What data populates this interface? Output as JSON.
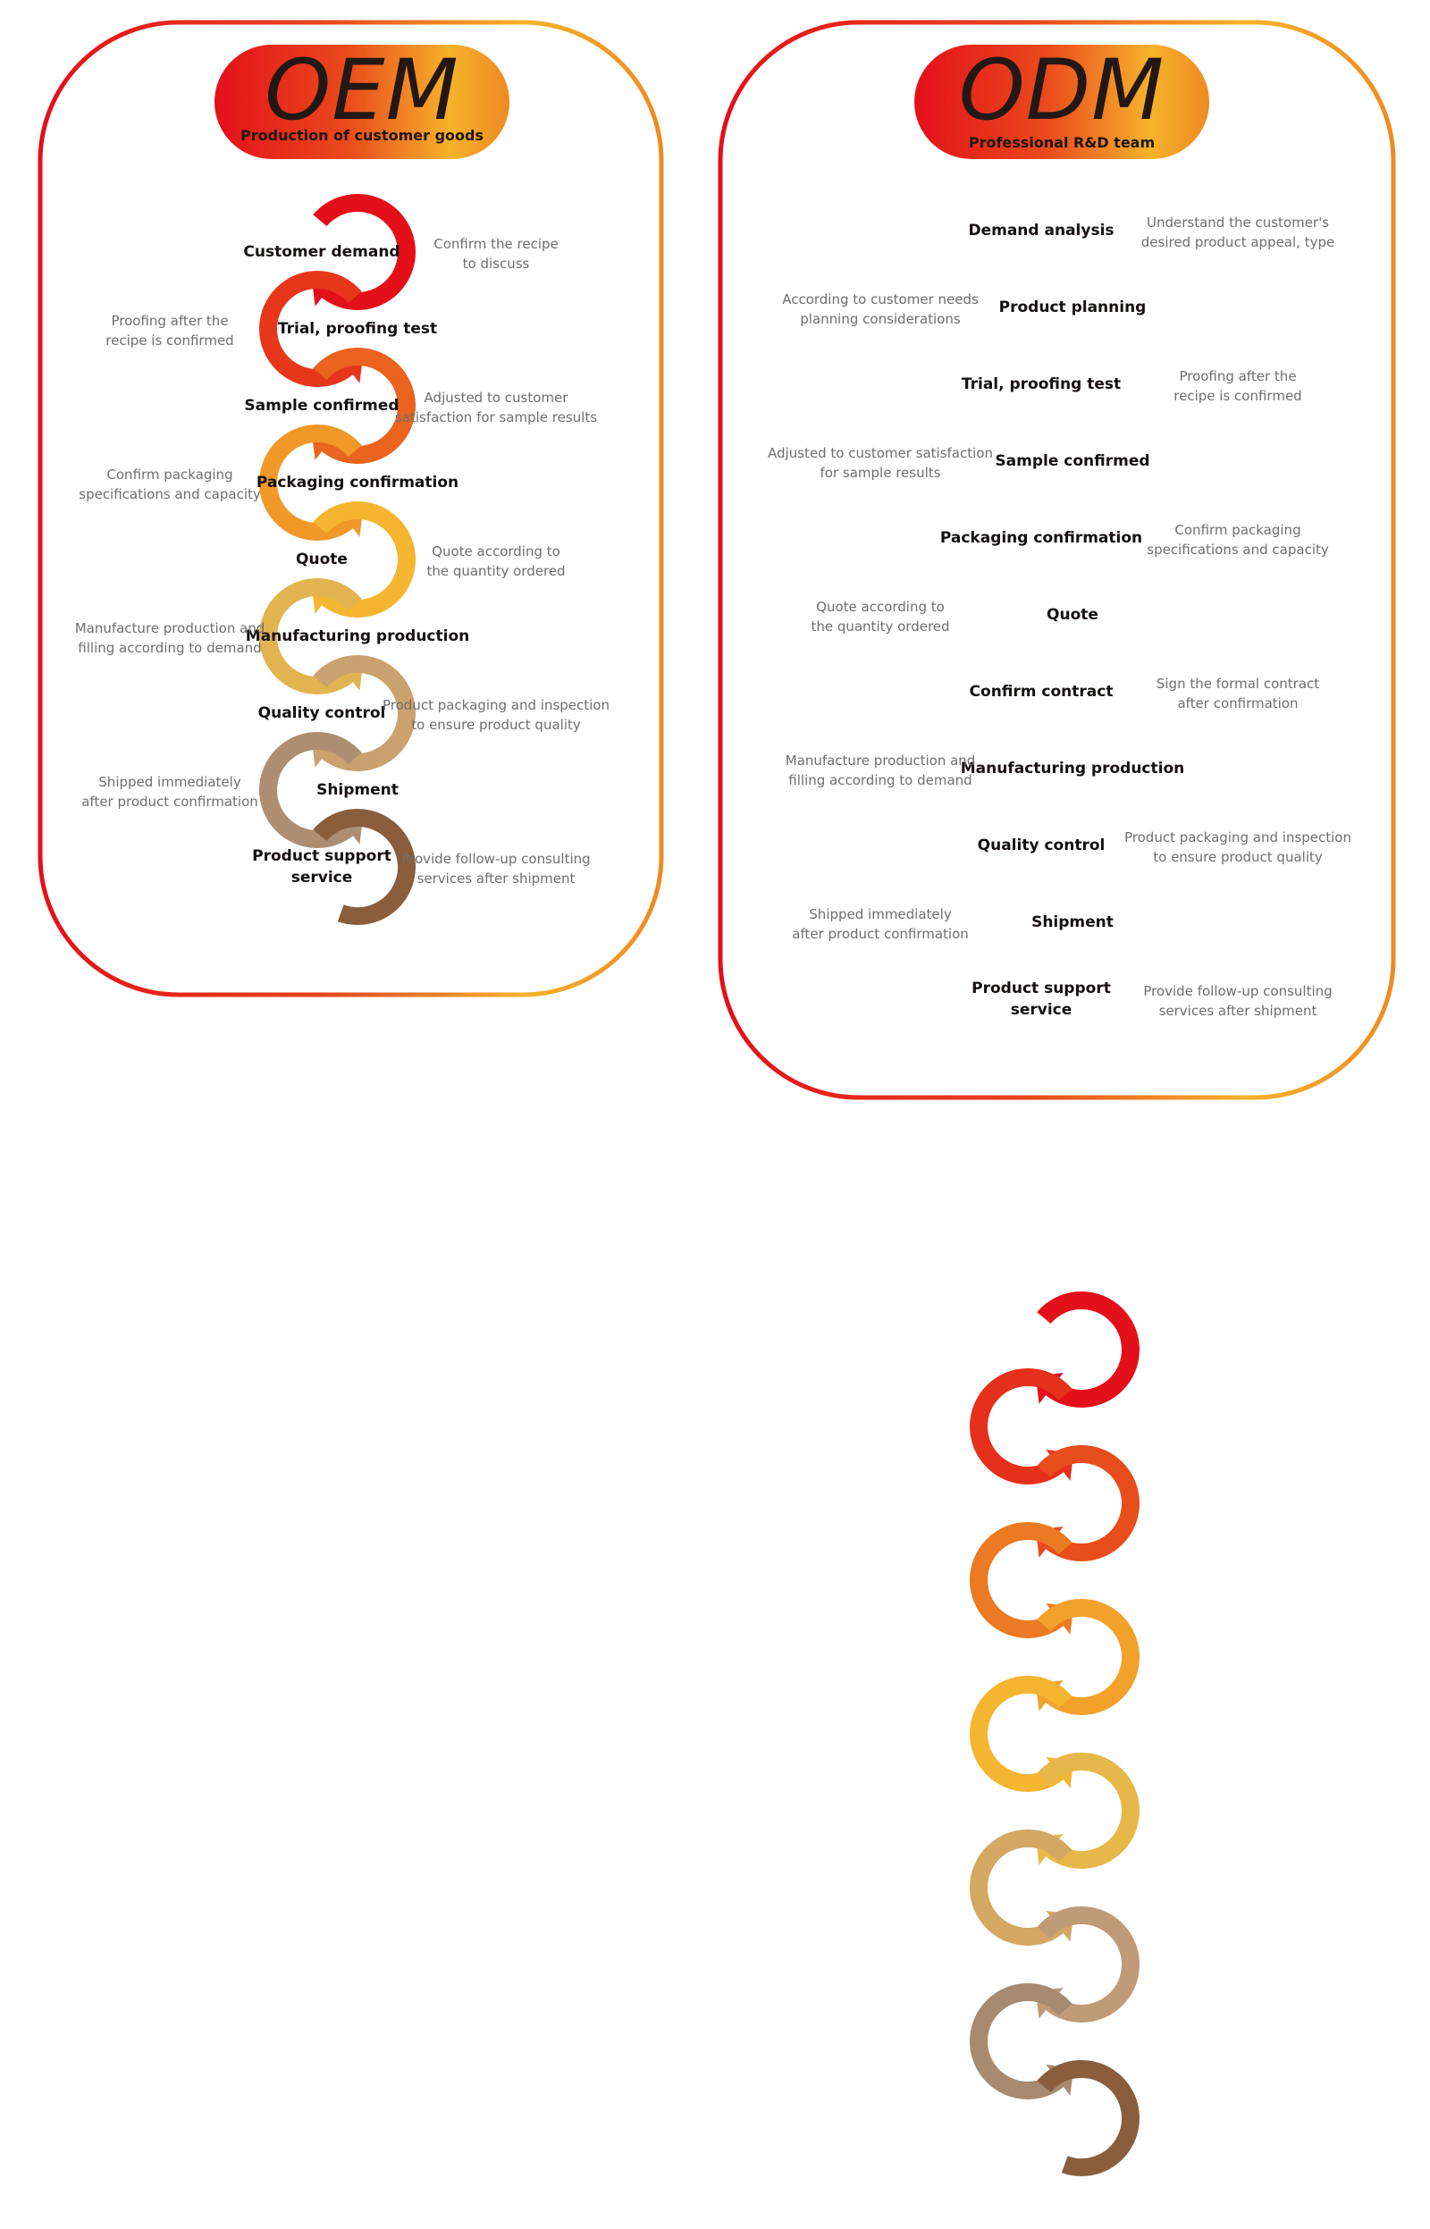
{
  "colors": {
    "red": "#e3101a",
    "orange": "#ee8a22",
    "yellow": "#f6b22b",
    "tan": "#c8a070",
    "brown": "#8a5e3c"
  },
  "oem": {
    "title": "OEM",
    "subtitle": "Production of customer goods",
    "steps": [
      {
        "label": "Customer demand",
        "note": [
          "Confirm the recipe",
          "to discuss"
        ]
      },
      {
        "label": "Trial, proofing test",
        "note": [
          "Proofing after the",
          "recipe is confirmed"
        ]
      },
      {
        "label": "Sample confirmed",
        "note": [
          "Adjusted to customer",
          "satisfaction for sample results"
        ]
      },
      {
        "label": "Packaging confirmation",
        "note": [
          "Confirm packaging",
          "specifications and capacity"
        ]
      },
      {
        "label": "Quote",
        "note": [
          "Quote according to",
          "the quantity ordered"
        ]
      },
      {
        "label": "Manufacturing production",
        "note": [
          "Manufacture production and",
          "filling according to demand"
        ]
      },
      {
        "label": "Quality control",
        "note": [
          "Product packaging and inspection",
          "to ensure product quality"
        ]
      },
      {
        "label": "Shipment",
        "note": [
          "Shipped immediately",
          "after product confirmation"
        ]
      },
      {
        "label": [
          "Product support",
          "service"
        ],
        "note": [
          "Provide follow-up consulting",
          "services after shipment"
        ]
      }
    ]
  },
  "odm": {
    "title": "ODM",
    "subtitle": "Professional R&D team",
    "steps": [
      {
        "label": "Demand analysis",
        "note": [
          "Understand the customer's",
          "desired product appeal, type"
        ]
      },
      {
        "label": "Product planning",
        "note": [
          "According to customer needs",
          "planning considerations"
        ]
      },
      {
        "label": "Trial, proofing test",
        "note": [
          "Proofing after the",
          "recipe is confirmed"
        ]
      },
      {
        "label": "Sample confirmed",
        "note": [
          "Adjusted to customer satisfaction",
          "for sample results"
        ]
      },
      {
        "label": "Packaging confirmation",
        "note": [
          "Confirm packaging",
          "specifications and capacity"
        ]
      },
      {
        "label": "Quote",
        "note": [
          "Quote according to",
          "the quantity ordered"
        ]
      },
      {
        "label": "Confirm contract",
        "note": [
          "Sign the formal contract",
          "after confirmation"
        ]
      },
      {
        "label": "Manufacturing production",
        "note": [
          "Manufacture production and",
          "filling according to demand"
        ]
      },
      {
        "label": "Quality control",
        "note": [
          "Product packaging and inspection",
          "to ensure product quality"
        ]
      },
      {
        "label": "Shipment",
        "note": [
          "Shipped immediately",
          "after product confirmation"
        ]
      },
      {
        "label": [
          "Product support",
          "service"
        ],
        "note": [
          "Provide follow-up consulting",
          "services after shipment"
        ]
      }
    ]
  }
}
